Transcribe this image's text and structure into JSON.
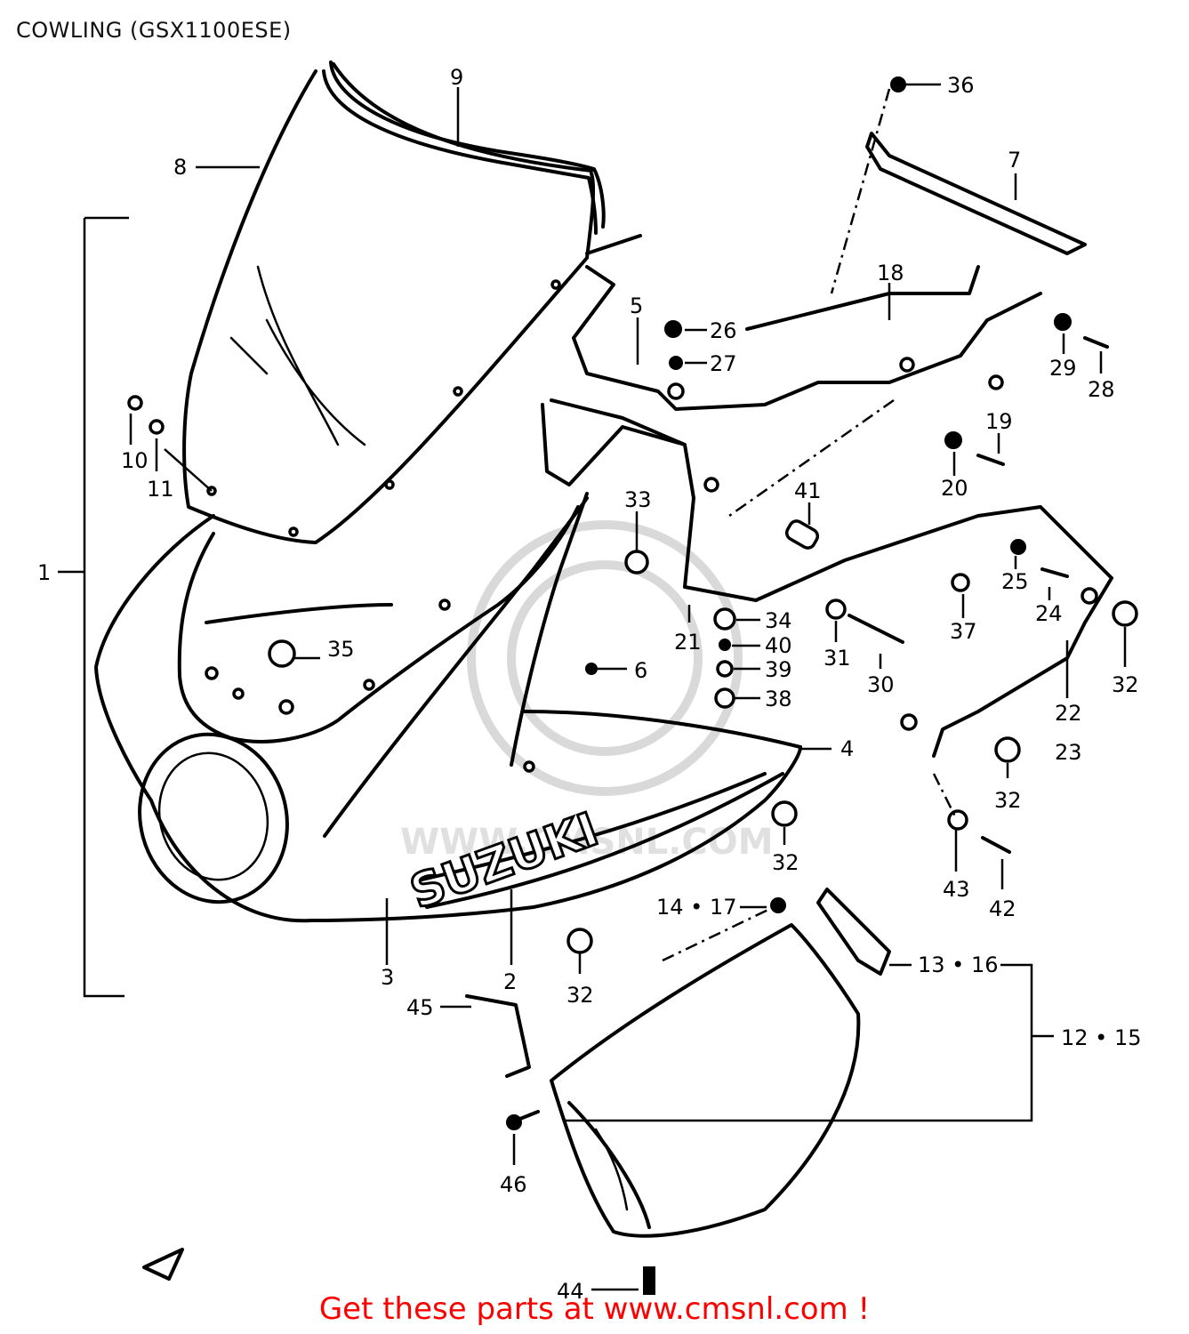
{
  "title": "COWLING (GSX1100ESE)",
  "footer": "Get these parts at www.cmsnl.com !",
  "brand_mark": "SUZUKI",
  "watermark": "WWW.CMSNL.COM",
  "colors": {
    "footer_text": "#ff0000",
    "ink": "#000000",
    "background": "#ffffff"
  },
  "labels": {
    "p1": "1",
    "p2": "2",
    "p3": "3",
    "p4": "4",
    "p5": "5",
    "p6": "6",
    "p7": "7",
    "p8": "8",
    "p9": "9",
    "p10": "10",
    "p11": "11",
    "p12_15": "12 • 15",
    "p13_16": "13 • 16",
    "p14_17": "14 • 17",
    "p18": "18",
    "p19": "19",
    "p20": "20",
    "p21": "21",
    "p22": "22",
    "p23": "23",
    "p24": "24",
    "p25": "25",
    "p26": "26",
    "p27": "27",
    "p28": "28",
    "p29": "29",
    "p30": "30",
    "p31": "31",
    "p32a": "32",
    "p32b": "32",
    "p32c": "32",
    "p32d": "32",
    "p33": "33",
    "p34": "34",
    "p35": "35",
    "p36": "36",
    "p37": "37",
    "p38": "38",
    "p39": "39",
    "p40": "40",
    "p41": "41",
    "p42": "42",
    "p43": "43",
    "p44": "44",
    "p45": "45",
    "p46": "46"
  }
}
